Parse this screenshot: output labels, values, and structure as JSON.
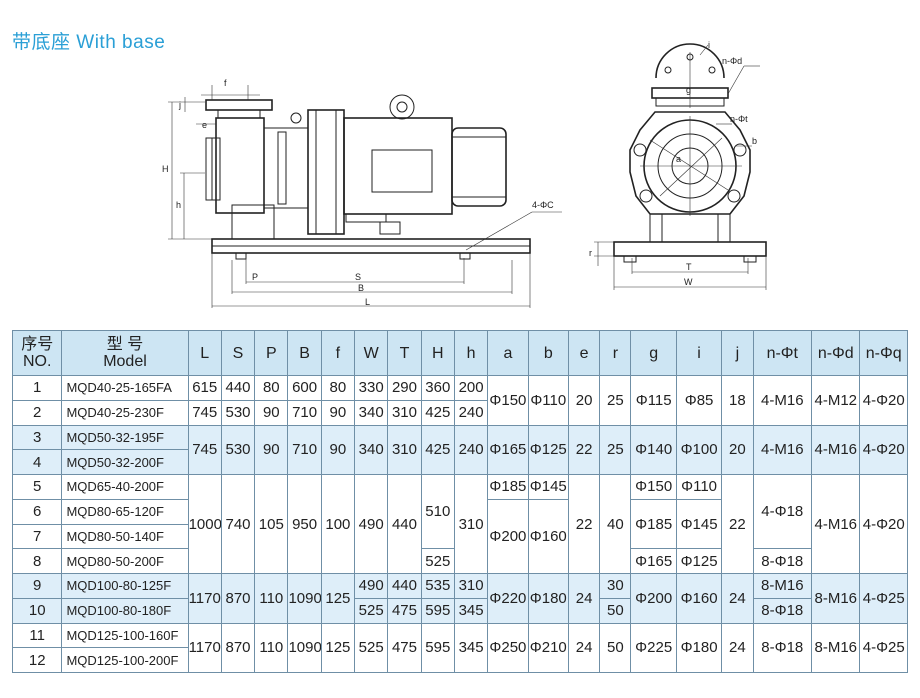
{
  "title": "带底座 With base",
  "diagram": {
    "side_labels": [
      "f",
      "j",
      "e",
      "H",
      "h",
      "P",
      "S",
      "B",
      "L",
      "4-ΦC"
    ],
    "front_labels": [
      "i",
      "n-Φd",
      "g",
      "n-Φt",
      "b",
      "a",
      "r",
      "T",
      "W"
    ]
  },
  "table": {
    "headers": [
      {
        "top": "序号",
        "bottom": "NO."
      },
      {
        "top": "型  号",
        "bottom": "Model"
      },
      "L",
      "S",
      "P",
      "B",
      "f",
      "W",
      "T",
      "H",
      "h",
      "a",
      "b",
      "e",
      "r",
      "g",
      "i",
      "j",
      "n-Φt",
      "n-Φd",
      "n-Φq"
    ],
    "rows": [
      {
        "no": "1",
        "model": "MQD40-25-165FA"
      },
      {
        "no": "2",
        "model": "MQD40-25-230F"
      },
      {
        "no": "3",
        "model": "MQD50-32-195F"
      },
      {
        "no": "4",
        "model": "MQD50-32-200F"
      },
      {
        "no": "5",
        "model": "MQD65-40-200F"
      },
      {
        "no": "6",
        "model": "MQD80-65-120F"
      },
      {
        "no": "7",
        "model": "MQD80-50-140F"
      },
      {
        "no": "8",
        "model": "MQD80-50-200F"
      },
      {
        "no": "9",
        "model": "MQD100-80-125F"
      },
      {
        "no": "10",
        "model": "MQD100-80-180F"
      },
      {
        "no": "11",
        "model": "MQD125-100-160F"
      },
      {
        "no": "12",
        "model": "MQD125-100-200F"
      }
    ],
    "g1": {
      "r1": {
        "L": "615",
        "S": "440",
        "P": "80",
        "B": "600",
        "f": "80",
        "W": "330",
        "T": "290",
        "H": "360",
        "h": "200"
      },
      "r2": {
        "L": "745",
        "S": "530",
        "P": "90",
        "B": "710",
        "f": "90",
        "W": "340",
        "T": "310",
        "H": "425",
        "h": "240"
      },
      "a": "Φ150",
      "b": "Φ110",
      "e": "20",
      "r": "25",
      "g": "Φ115",
      "i": "Φ85",
      "j": "18",
      "nt": "4-M16",
      "nd": "4-M12",
      "nq": "4-Φ20"
    },
    "g2": {
      "L": "745",
      "S": "530",
      "P": "90",
      "B": "710",
      "f": "90",
      "W": "340",
      "T": "310",
      "H": "425",
      "h": "240",
      "a": "Φ165",
      "b": "Φ125",
      "e": "22",
      "r": "25",
      "g": "Φ140",
      "i": "Φ100",
      "j": "20",
      "nt": "4-M16",
      "nd": "4-M16",
      "nq": "4-Φ20"
    },
    "g3": {
      "L": "1000",
      "S": "740",
      "P": "105",
      "B": "950",
      "f": "100",
      "W": "490",
      "T": "440",
      "H_a": "510",
      "H_b": "525",
      "h": "310",
      "a_5": "Φ185",
      "b_5": "Φ145",
      "a_678": "Φ200",
      "b_678": "Φ160",
      "e": "22",
      "r": "40",
      "g_5": "Φ150",
      "i_5": "Φ110",
      "g_67": "Φ185",
      "i_67": "Φ145",
      "g_8": "Φ165",
      "i_8": "Φ125",
      "j": "22",
      "nt_a": "4-Φ18",
      "nt_b": "8-Φ18",
      "nd": "4-M16",
      "nq": "4-Φ20"
    },
    "g4": {
      "L": "1170",
      "S": "870",
      "P": "110",
      "B": "1090",
      "f": "125",
      "r9": {
        "W": "490",
        "T": "440",
        "H": "535",
        "h": "310",
        "r": "30",
        "nt": "8-M16"
      },
      "r10": {
        "W": "525",
        "T": "475",
        "H": "595",
        "h": "345",
        "r": "50",
        "nt": "8-Φ18"
      },
      "a": "Φ220",
      "b": "Φ180",
      "e": "24",
      "g": "Φ200",
      "i": "Φ160",
      "j": "24",
      "nd": "8-M16",
      "nq": "4-Φ25"
    },
    "g5": {
      "L": "1170",
      "S": "870",
      "P": "110",
      "B": "1090",
      "f": "125",
      "W": "525",
      "T": "475",
      "H": "595",
      "h": "345",
      "a": "Φ250",
      "b": "Φ210",
      "e": "24",
      "r": "50",
      "g": "Φ225",
      "i": "Φ180",
      "j": "24",
      "nt": "8-Φ18",
      "nd": "8-M16",
      "nq": "4-Φ25"
    }
  }
}
